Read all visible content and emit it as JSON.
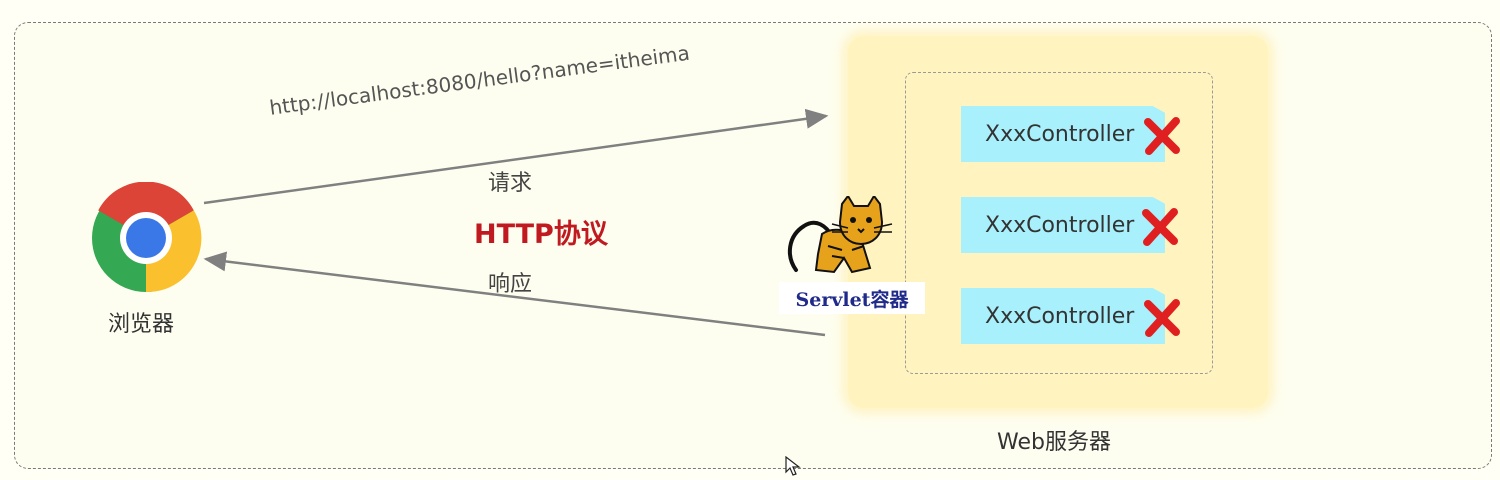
{
  "browser": {
    "label": "浏览器"
  },
  "request": {
    "url": "http://localhost:8080/hello?name=itheima",
    "label": "请求"
  },
  "response": {
    "label": "响应"
  },
  "protocol": {
    "label": "HTTP协议",
    "color": "#c0191f"
  },
  "servlet_container": {
    "label": "Servlet容器"
  },
  "server": {
    "label": "Web服务器"
  },
  "controllers": [
    {
      "label": "XxxController"
    },
    {
      "label": "XxxController"
    },
    {
      "label": "XxxController"
    }
  ],
  "colors": {
    "controller_fill": "#a8f0fb",
    "server_fill": "#fff4bf",
    "cross": "#e02020",
    "arrow": "#808080"
  }
}
